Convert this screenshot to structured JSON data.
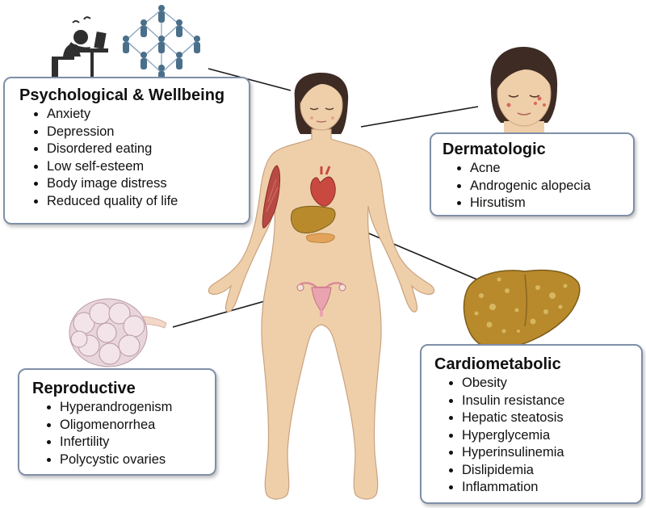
{
  "panels": {
    "psych": {
      "title": "Psychological & Wellbeing",
      "items": [
        "Anxiety",
        "Depression",
        "Disordered eating",
        "Low self-esteem",
        "Body image distress",
        "Reduced quality of life"
      ]
    },
    "derm": {
      "title": "Dermatologic",
      "items": [
        "Acne",
        "Androgenic alopecia",
        "Hirsutism"
      ]
    },
    "repro": {
      "title": "Reproductive",
      "items": [
        "Hyperandrogenism",
        "Oligomenorrhea",
        "Infertility",
        "Polycystic ovaries"
      ]
    },
    "cardio": {
      "title": "Cardiometabolic",
      "items": [
        "Obesity",
        "Insulin resistance",
        "Hepatic steatosis",
        "Hyperglycemia",
        "Hyperinsulinemia",
        "Dislipidemia",
        "Inflammation"
      ]
    }
  },
  "icons": {
    "stressed_person": "stressed-person-at-desk-icon",
    "social_network": "social-network-icon",
    "woman_face_acne": "woman-face-acne-icon",
    "body": "female-body-figure",
    "liver": "fatty-liver-icon",
    "ovary": "polycystic-ovary-icon"
  },
  "colors": {
    "skin": "#efcfa9",
    "skin_shadow": "#d9b089",
    "hair": "#3d2b24",
    "box_border": "#7f8fa8",
    "network_blue": "#4a6f8a",
    "liver": "#b88a2c"
  }
}
